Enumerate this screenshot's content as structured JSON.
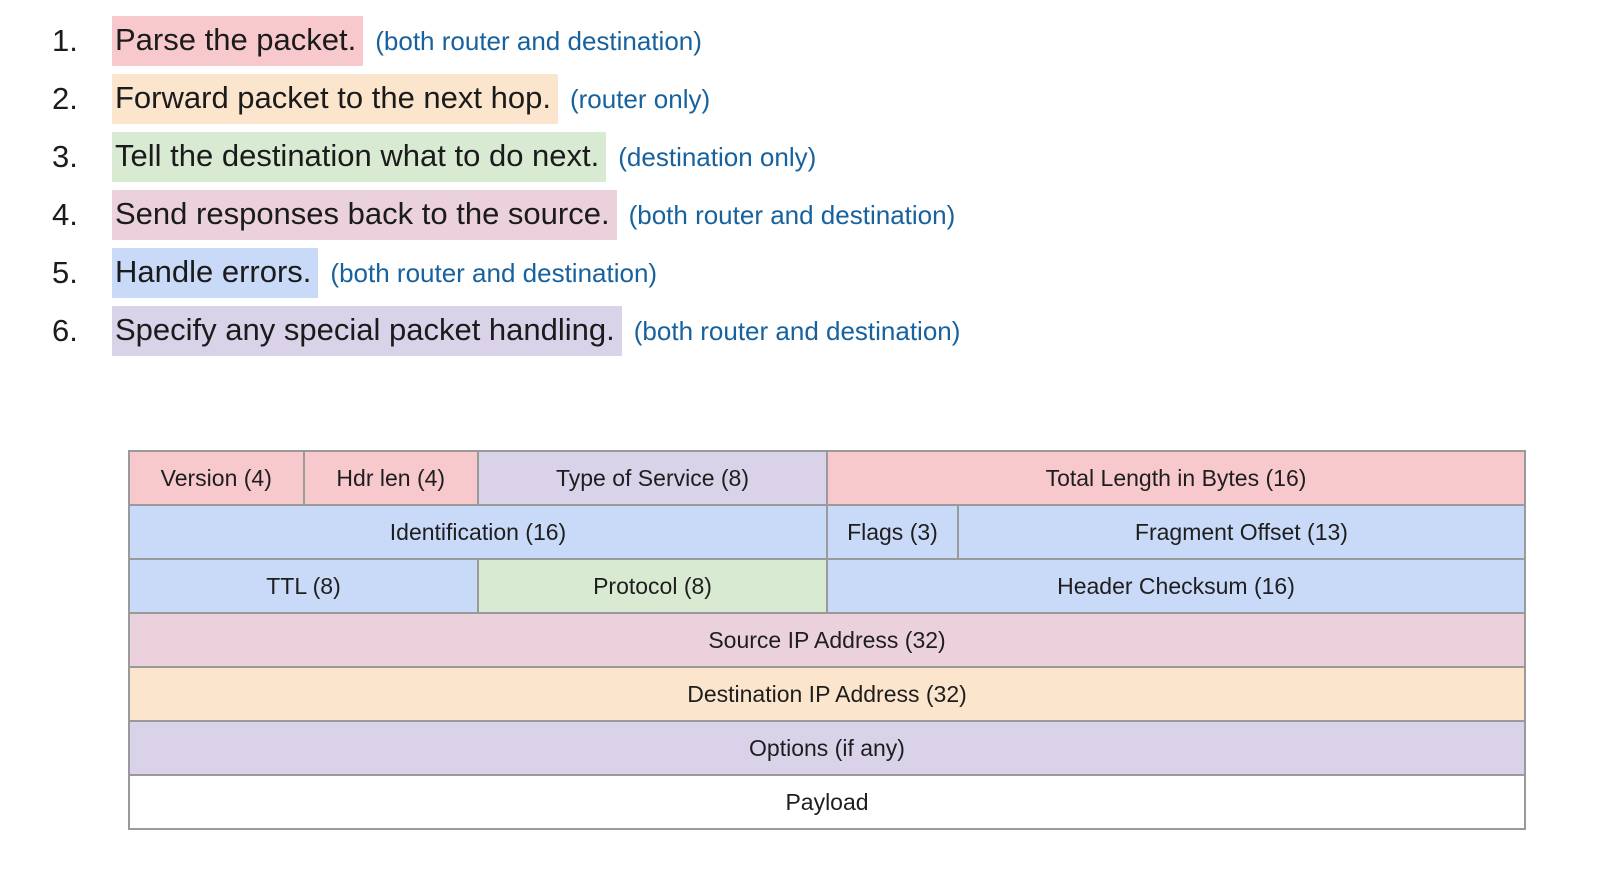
{
  "colors": {
    "body_text": "#1b1b1b",
    "note_text": "#17629e",
    "table_border": "#9a9a9a",
    "highlight_pink": "#f7c9cd",
    "highlight_peach": "#fce5cd",
    "highlight_green": "#d9ead3",
    "highlight_mauve": "#ead1dc",
    "highlight_blue": "#c9daf8",
    "highlight_lavender": "#d9d2e9"
  },
  "list": {
    "items": [
      {
        "number": "1.",
        "text": "Parse the packet.",
        "note": "(both router and destination)",
        "highlight_color": "#f7c9cd"
      },
      {
        "number": "2.",
        "text": "Forward packet to the next hop.",
        "note": "(router only)",
        "highlight_color": "#fce5cd"
      },
      {
        "number": "3.",
        "text": "Tell the destination what to do next.",
        "note": "(destination only)",
        "highlight_color": "#d9ead3"
      },
      {
        "number": "4.",
        "text": "Send responses back to the source.",
        "note": "(both router and destination)",
        "highlight_color": "#ead1dc"
      },
      {
        "number": "5.",
        "text": "Handle errors.",
        "note": "(both router and destination)",
        "highlight_color": "#c9daf8"
      },
      {
        "number": "6.",
        "text": "Specify any special packet handling.",
        "note": "(both router and destination)",
        "highlight_color": "#d9d2e9"
      }
    ]
  },
  "diagram": {
    "rows": [
      {
        "cells": [
          {
            "label": "Version (4)",
            "bits": 4,
            "bg": "#f7c9cd"
          },
          {
            "label": "Hdr len (4)",
            "bits": 4,
            "bg": "#f7c9cd"
          },
          {
            "label": "Type of Service (8)",
            "bits": 8,
            "bg": "#d9d2e9"
          },
          {
            "label": "Total Length in Bytes (16)",
            "bits": 16,
            "bg": "#f7c9cd"
          }
        ]
      },
      {
        "cells": [
          {
            "label": "Identification (16)",
            "bits": 16,
            "bg": "#c9daf8"
          },
          {
            "label": "Flags (3)",
            "bits": 3,
            "bg": "#c9daf8"
          },
          {
            "label": "Fragment Offset (13)",
            "bits": 13,
            "bg": "#c9daf8"
          }
        ]
      },
      {
        "cells": [
          {
            "label": "TTL (8)",
            "bits": 8,
            "bg": "#c9daf8"
          },
          {
            "label": "Protocol (8)",
            "bits": 8,
            "bg": "#d9ead3"
          },
          {
            "label": "Header Checksum (16)",
            "bits": 16,
            "bg": "#c9daf8"
          }
        ]
      },
      {
        "cells": [
          {
            "label": "Source IP Address (32)",
            "bits": 32,
            "bg": "#ead1dc"
          }
        ]
      },
      {
        "cells": [
          {
            "label": "Destination IP Address (32)",
            "bits": 32,
            "bg": "#fce5cd"
          }
        ]
      },
      {
        "cells": [
          {
            "label": "Options (if any)",
            "bits": 32,
            "bg": "#d9d2e9"
          }
        ]
      },
      {
        "cells": [
          {
            "label": "Payload",
            "bits": 32,
            "bg": "#ffffff"
          }
        ]
      }
    ]
  }
}
